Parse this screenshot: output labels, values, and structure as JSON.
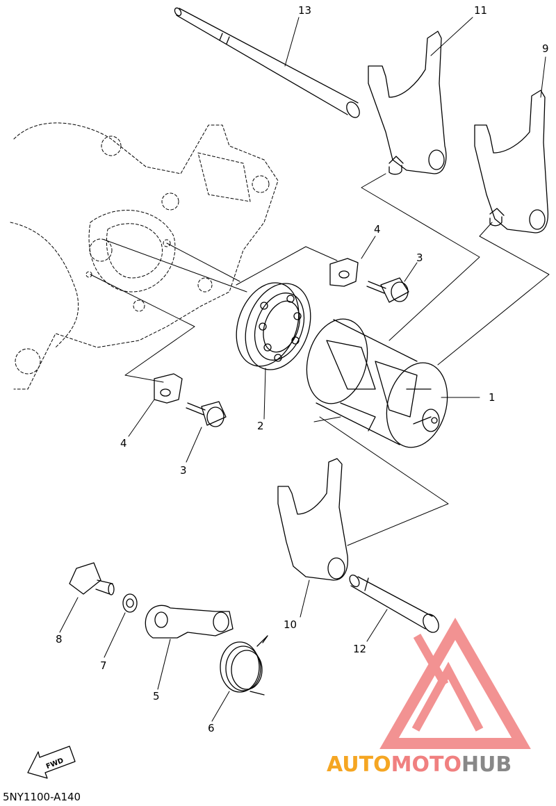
{
  "diagram": {
    "part_code": "5NY1100-A140",
    "direction_label": "FWD",
    "callouts": {
      "c1": "1",
      "c2": "2",
      "c3a": "3",
      "c3b": "3",
      "c4a": "4",
      "c4b": "4",
      "c5": "5",
      "c6": "6",
      "c7": "7",
      "c8": "8",
      "c9": "9",
      "c10": "10",
      "c11": "11",
      "c12": "12",
      "c13": "13"
    }
  },
  "watermark": {
    "text_part1": "AUTO",
    "text_part2": "MOTO",
    "text_part3": "HUB",
    "colors": {
      "auto": "#f5a623",
      "moto": "#f08080",
      "hub": "#888888",
      "logo": "#f08080"
    }
  }
}
